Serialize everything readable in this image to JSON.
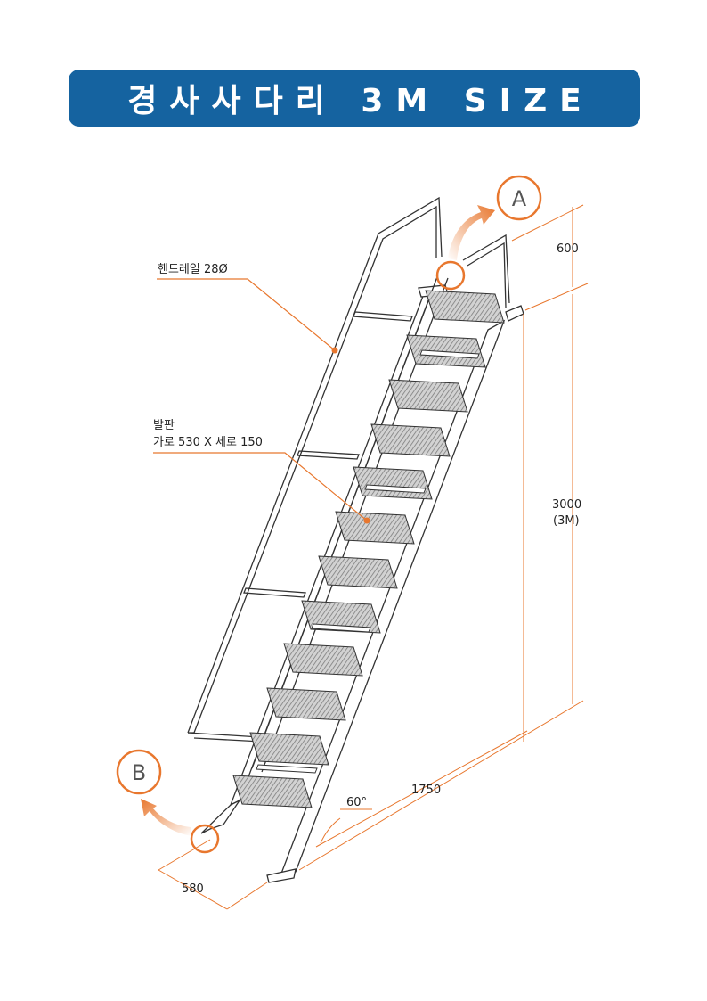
{
  "header": {
    "title": "경사사다리 3M SIZE"
  },
  "labels": {
    "handrail": "핸드레일 28Ø",
    "step_line1": "발판",
    "step_line2": "가로 530 X 세로 150",
    "top_rail_height": "600",
    "height": "3000",
    "height_meters": "(3M)",
    "run_length": "1750",
    "angle": "60°",
    "width": "580",
    "callout_a": "A",
    "callout_b": "B"
  },
  "colors": {
    "banner": "#1563a0",
    "accent": "#e8772e",
    "line": "#333333",
    "step_fill": "#bbbbbb"
  },
  "steps": {
    "count": 12
  }
}
